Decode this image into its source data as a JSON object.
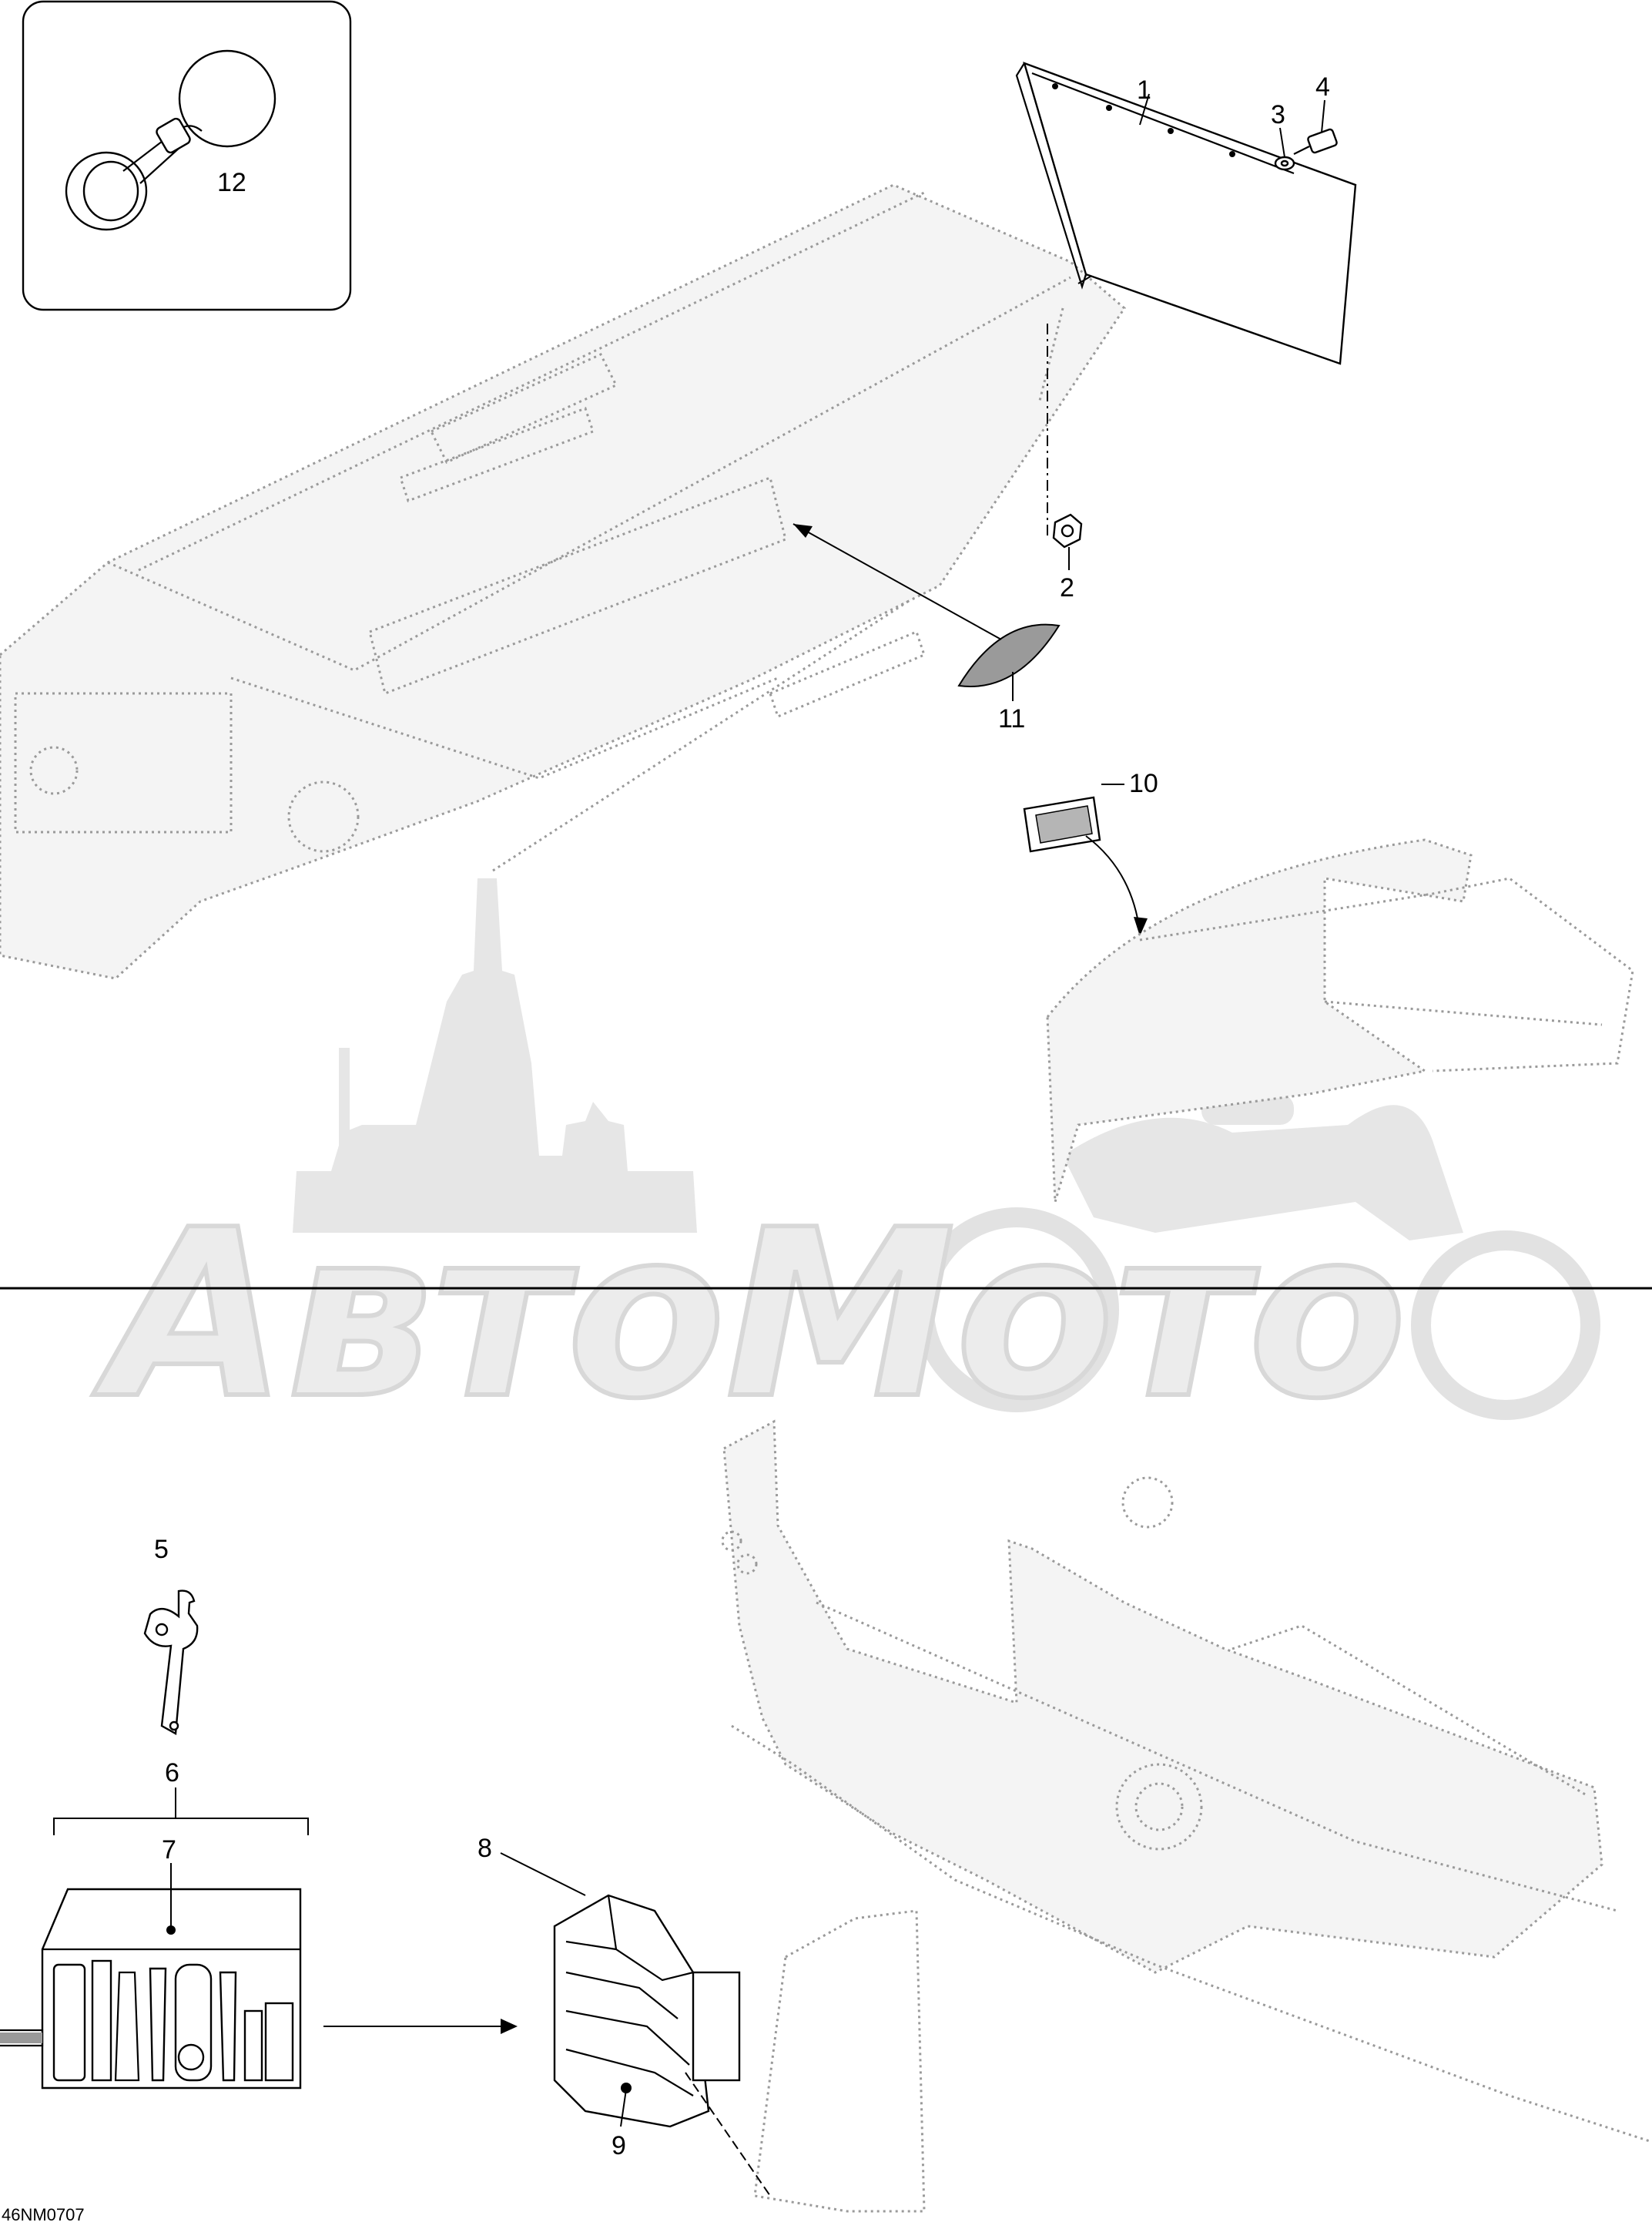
{
  "diagram": {
    "callouts": [
      {
        "id": "1",
        "text": "1"
      },
      {
        "id": "2",
        "text": "2"
      },
      {
        "id": "3",
        "text": "3"
      },
      {
        "id": "4",
        "text": "4"
      },
      {
        "id": "5",
        "text": "5"
      },
      {
        "id": "6",
        "text": "6"
      },
      {
        "id": "7",
        "text": "7"
      },
      {
        "id": "8",
        "text": "8"
      },
      {
        "id": "9",
        "text": "9"
      },
      {
        "id": "10",
        "text": "10"
      },
      {
        "id": "11",
        "text": "11"
      },
      {
        "id": "12",
        "text": "12"
      }
    ],
    "drawing_code": "46NM0707",
    "watermark": {
      "text": "АвтоМото"
    }
  }
}
